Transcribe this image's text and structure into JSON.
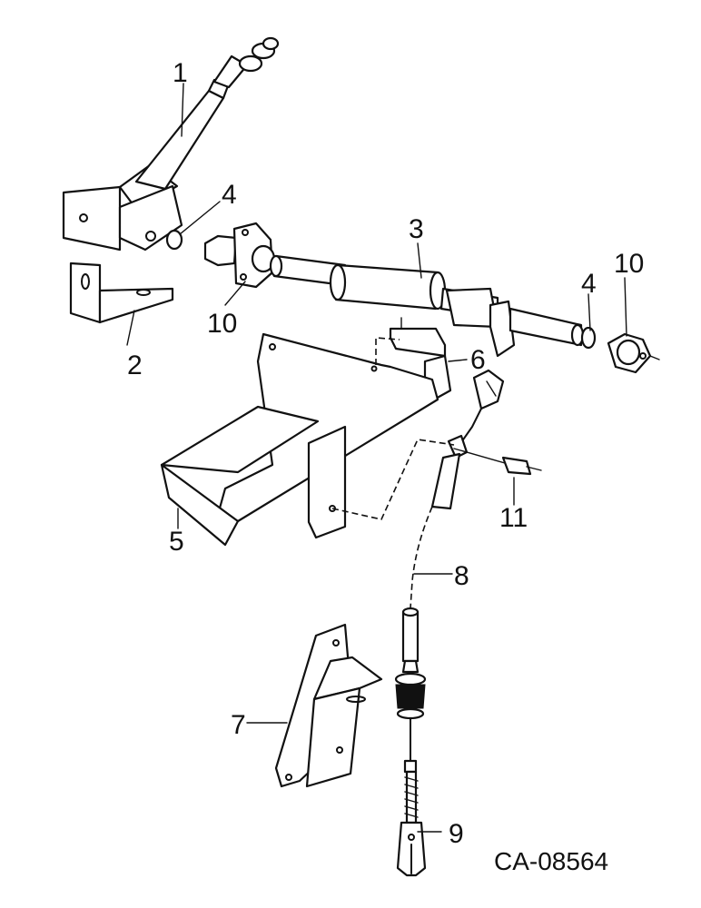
{
  "callouts": {
    "c1": "1",
    "c2": "2",
    "c3": "3",
    "c4a": "4",
    "c4b": "4",
    "c5": "5",
    "c6": "6",
    "c7": "7",
    "c8": "8",
    "c9": "9",
    "c10a": "10",
    "c10b": "10",
    "c11": "11"
  },
  "figure_id": "CA-08564"
}
